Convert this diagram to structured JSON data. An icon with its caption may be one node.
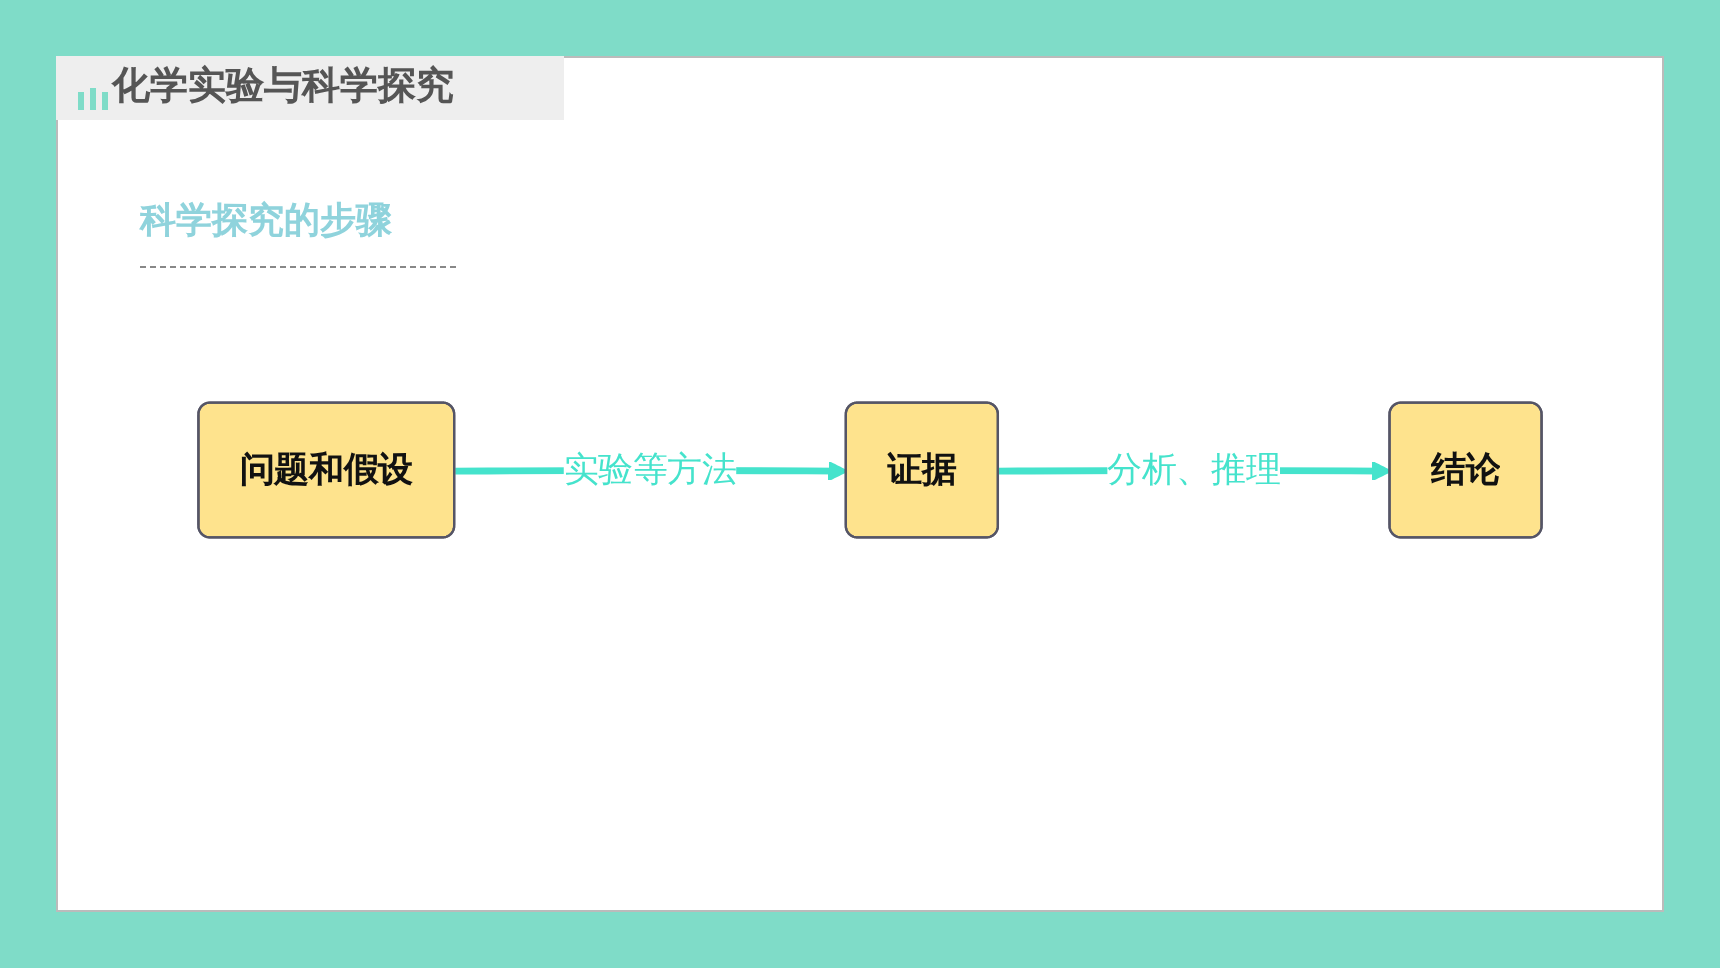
{
  "diagram": {
    "title": "化学实验与科学探究",
    "nodes": [
      {
        "text": [
          "问题和假设"
        ]
      },
      {
        "text": [
          "证据"
        ]
      },
      {
        "text": [
          "结论"
        ]
      }
    ],
    "edges": [
      {
        "from": 0,
        "to": 1,
        "arrow": "to",
        "label": "实验等方法"
      },
      {
        "from": 1,
        "to": 2,
        "arrow": "to",
        "label": "分析、推理"
      }
    ],
    "labels": [
      "科学探究的步骤"
    ]
  }
}
